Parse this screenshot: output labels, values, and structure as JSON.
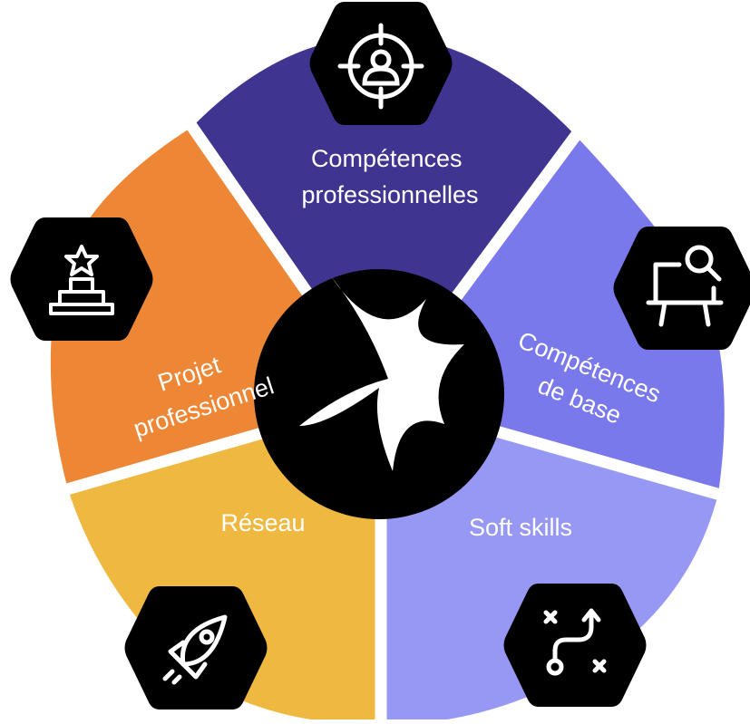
{
  "diagram": {
    "segments": [
      {
        "id": "competences-pro",
        "lines": [
          "Compétences",
          "professionnelles"
        ],
        "color": "#3f3591",
        "icon": "target-user-icon"
      },
      {
        "id": "competences-base",
        "lines": [
          "Compétences",
          "de base"
        ],
        "color": "#7a79ec",
        "icon": "presentation-search-icon"
      },
      {
        "id": "soft-skills",
        "lines": [
          "Soft skills"
        ],
        "color": "#9797f4",
        "icon": "strategy-path-icon"
      },
      {
        "id": "reseau",
        "lines": [
          "Réseau"
        ],
        "color": "#efb840",
        "icon": "rocket-icon"
      },
      {
        "id": "projet-pro",
        "lines": [
          "Projet",
          "professionnel"
        ],
        "color": "#ee8735",
        "icon": "trophy-icon"
      }
    ],
    "center_color": "#000000",
    "label_color": "#ffffff"
  }
}
